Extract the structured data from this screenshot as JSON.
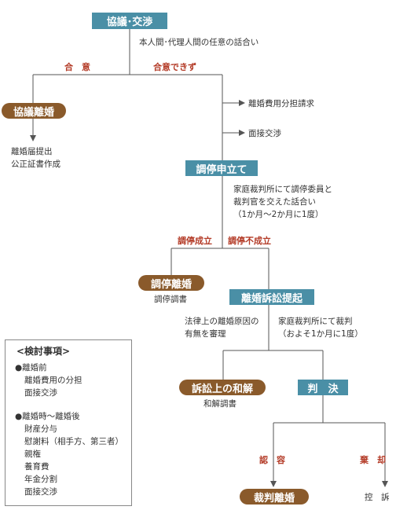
{
  "nodes": {
    "negotiation": "協議･交渉",
    "kyogi_rikon": "協議離婚",
    "chotei": "調停申立て",
    "chotei_rikon": "調停離婚",
    "sosho_teiki": "離婚訴訟提起",
    "wakai": "訴訟上の和解",
    "hanketsu": "判　決",
    "saiban_rikon": "裁判離婚"
  },
  "labels": {
    "goui": "合　意",
    "goui_dekizu": "合意できず",
    "chotei_seiritsu": "調停成立",
    "chotei_fuseiritsu": "調停不成立",
    "ninyou": "認　容",
    "kikyaku": "棄　却"
  },
  "texts": {
    "negotiation_desc": "本人間･代理人間の任意の話合い",
    "cost_request": "離婚費用分担請求",
    "visitation": "面接交渉",
    "kyogi_after_1": "離婚届提出",
    "kyogi_after_2": "公正証書作成",
    "chotei_desc_1": "家庭裁判所にて調停委員と",
    "chotei_desc_2": "裁判官を交えた話合い",
    "chotei_desc_3": "（1か月～2か月に1度）",
    "chotei_doc": "調停調書",
    "legal_1": "法律上の離婚原因の",
    "legal_2": "有無を審理",
    "court_1": "家庭裁判所にて裁判",
    "court_2": "（およそ1か月に1度）",
    "wakai_doc": "和解調書",
    "koso": "控　訴"
  },
  "legend": {
    "title": "<検討事項>",
    "before_head": "●離婚前",
    "before_items": [
      "離婚費用の分担",
      "面接交渉"
    ],
    "after_head": "●離婚時～離婚後",
    "after_items": [
      "財産分与",
      "慰謝料（相手方、第三者）",
      "親権",
      "養育費",
      "年金分割",
      "面接交渉"
    ]
  },
  "colors": {
    "blue_box": "#4a8fa6",
    "brown_pill": "#8a5a2b",
    "red_label": "#b33a26",
    "line": "#555555"
  }
}
